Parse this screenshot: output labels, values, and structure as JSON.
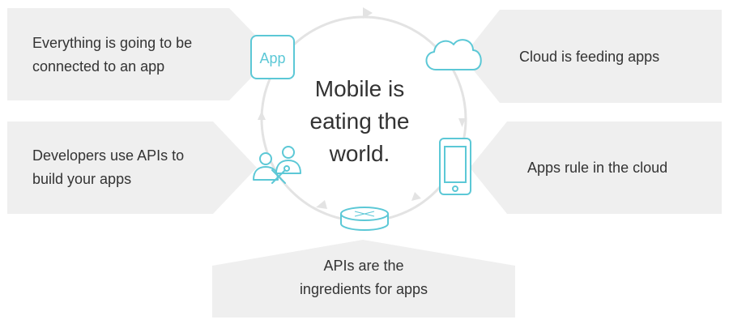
{
  "center": {
    "lines": [
      "Mobile is",
      "eating the",
      "world."
    ]
  },
  "items": [
    {
      "id": "app",
      "icon": "app-icon",
      "icon_label": "App",
      "lines": [
        "Everything is going to be",
        "connected to an app"
      ]
    },
    {
      "id": "cloud",
      "icon": "cloud-icon",
      "lines": [
        "Cloud is feeding apps"
      ]
    },
    {
      "id": "developers",
      "icon": "developers-tools-icon",
      "lines": [
        "Developers use APIs to",
        "build your apps"
      ]
    },
    {
      "id": "phone",
      "icon": "smartphone-icon",
      "lines": [
        "Apps rule in the cloud"
      ]
    },
    {
      "id": "api",
      "icon": "api-device-icon",
      "lines": [
        "APIs are the",
        "ingredients for apps"
      ]
    }
  ],
  "colors": {
    "accent": "#5cc8d6",
    "cycle": "#e3e3e3",
    "panel": "#efefef",
    "text": "#333333",
    "background": "#ffffff"
  }
}
